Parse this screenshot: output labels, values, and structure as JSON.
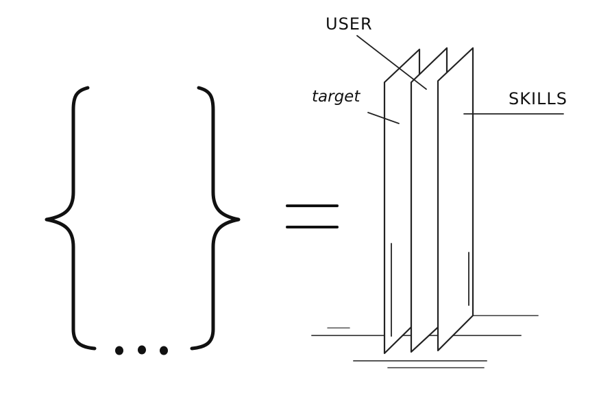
{
  "labels": {
    "user": "USER",
    "target": "target",
    "skills": "SKILLS"
  },
  "ellipsis": "...",
  "colors": {
    "ink": "#111111",
    "sheet_stroke": "#222222",
    "ground_line": "#555555",
    "background": "#ffffff"
  }
}
